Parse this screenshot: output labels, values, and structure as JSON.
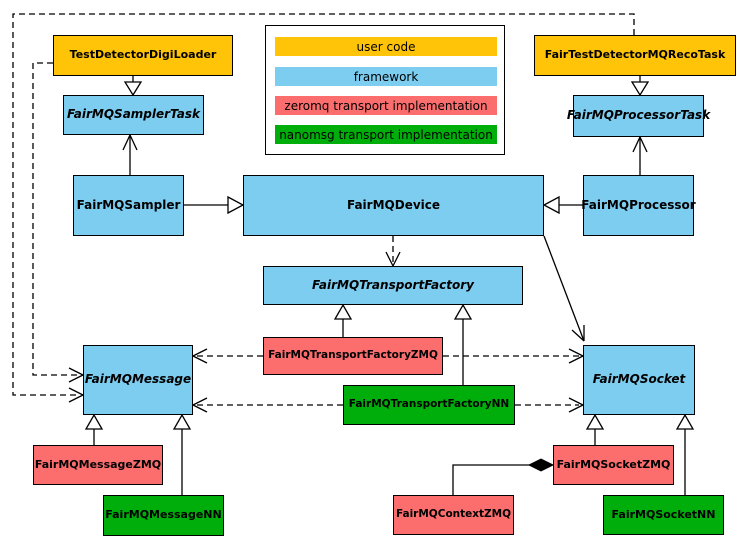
{
  "diagram": {
    "legend": {
      "items": [
        {
          "label": "user code",
          "color": "#FFC407"
        },
        {
          "label": "framework",
          "color": "#7DCDF0"
        },
        {
          "label": "zeromq transport implementation",
          "color": "#FC6E6E"
        },
        {
          "label": "nanomsg transport implementation",
          "color": "#00AE0B"
        }
      ]
    },
    "colors": {
      "user_code": "#FFC407",
      "framework": "#7DCDF0",
      "zeromq": "#FC6E6E",
      "nanomsg": "#00AE0B"
    },
    "nodes": {
      "tddl": {
        "label": "TestDetectorDigiLoader",
        "category": "user_code",
        "color": "#FFC407",
        "abstract": false
      },
      "recotask": {
        "label": "FairTestDetectorMQRecoTask",
        "category": "user_code",
        "color": "#FFC407",
        "abstract": false
      },
      "samplertask": {
        "label": "FairMQSamplerTask",
        "category": "framework",
        "color": "#7DCDF0",
        "abstract": true
      },
      "processortask": {
        "label": "FairMQProcessorTask",
        "category": "framework",
        "color": "#7DCDF0",
        "abstract": true
      },
      "sampler": {
        "label": "FairMQSampler",
        "category": "framework",
        "color": "#7DCDF0",
        "abstract": false
      },
      "device": {
        "label": "FairMQDevice",
        "category": "framework",
        "color": "#7DCDF0",
        "abstract": false
      },
      "processor": {
        "label": "FairMQProcessor",
        "category": "framework",
        "color": "#7DCDF0",
        "abstract": false
      },
      "tf": {
        "label": "FairMQTransportFactory",
        "category": "framework",
        "color": "#7DCDF0",
        "abstract": true
      },
      "tfzmq": {
        "label": "FairMQTransportFactoryZMQ",
        "category": "zeromq",
        "color": "#FC6E6E",
        "abstract": false
      },
      "tfnn": {
        "label": "FairMQTransportFactoryNN",
        "category": "nanomsg",
        "color": "#00AE0B",
        "abstract": false
      },
      "message": {
        "label": "FairMQMessage",
        "category": "framework",
        "color": "#7DCDF0",
        "abstract": true
      },
      "socket": {
        "label": "FairMQSocket",
        "category": "framework",
        "color": "#7DCDF0",
        "abstract": true
      },
      "messagezmq": {
        "label": "FairMQMessageZMQ",
        "category": "zeromq",
        "color": "#FC6E6E",
        "abstract": false
      },
      "messagenn": {
        "label": "FairMQMessageNN",
        "category": "nanomsg",
        "color": "#00AE0B",
        "abstract": false
      },
      "socketzmq": {
        "label": "FairMQSocketZMQ",
        "category": "zeromq",
        "color": "#FC6E6E",
        "abstract": false
      },
      "contextzmq": {
        "label": "FairMQContextZMQ",
        "category": "zeromq",
        "color": "#FC6E6E",
        "abstract": false
      },
      "socketnn": {
        "label": "FairMQSocketNN",
        "category": "nanomsg",
        "color": "#00AE0B",
        "abstract": false
      }
    },
    "edges": [
      {
        "from": "TestDetectorDigiLoader",
        "to": "FairMQSamplerTask",
        "type": "inheritance"
      },
      {
        "from": "FairTestDetectorMQRecoTask",
        "to": "FairMQProcessorTask",
        "type": "inheritance"
      },
      {
        "from": "FairMQSampler",
        "to": "FairMQDevice",
        "type": "inheritance"
      },
      {
        "from": "FairMQProcessor",
        "to": "FairMQDevice",
        "type": "inheritance"
      },
      {
        "from": "FairMQSampler",
        "to": "FairMQSamplerTask",
        "type": "association"
      },
      {
        "from": "FairMQProcessor",
        "to": "FairMQProcessorTask",
        "type": "association"
      },
      {
        "from": "FairMQDevice",
        "to": "FairMQTransportFactory",
        "type": "dependency"
      },
      {
        "from": "FairMQDevice",
        "to": "FairMQSocket",
        "type": "association"
      },
      {
        "from": "FairMQTransportFactoryZMQ",
        "to": "FairMQTransportFactory",
        "type": "inheritance"
      },
      {
        "from": "FairMQTransportFactoryNN",
        "to": "FairMQTransportFactory",
        "type": "inheritance"
      },
      {
        "from": "FairMQTransportFactoryZMQ",
        "to": "FairMQMessage",
        "type": "dependency"
      },
      {
        "from": "FairMQTransportFactoryZMQ",
        "to": "FairMQSocket",
        "type": "dependency"
      },
      {
        "from": "FairMQTransportFactoryNN",
        "to": "FairMQMessage",
        "type": "dependency"
      },
      {
        "from": "FairMQTransportFactoryNN",
        "to": "FairMQSocket",
        "type": "dependency"
      },
      {
        "from": "TestDetectorDigiLoader",
        "to": "FairMQMessage",
        "type": "dependency"
      },
      {
        "from": "FairTestDetectorMQRecoTask",
        "to": "FairMQMessage",
        "type": "dependency"
      },
      {
        "from": "FairMQMessageZMQ",
        "to": "FairMQMessage",
        "type": "inheritance"
      },
      {
        "from": "FairMQMessageNN",
        "to": "FairMQMessage",
        "type": "inheritance"
      },
      {
        "from": "FairMQSocketZMQ",
        "to": "FairMQSocket",
        "type": "inheritance"
      },
      {
        "from": "FairMQSocketNN",
        "to": "FairMQSocket",
        "type": "inheritance"
      },
      {
        "from": "FairMQContextZMQ",
        "to": "FairMQSocketZMQ",
        "type": "composition"
      }
    ]
  }
}
